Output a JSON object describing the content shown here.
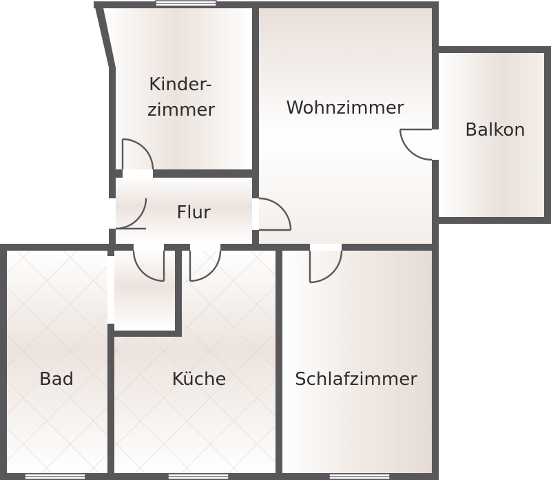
{
  "rooms": {
    "kinderzimmer": {
      "line1": "Kinder-",
      "line2": "zimmer"
    },
    "wohnzimmer": "Wohnzimmer",
    "balkon": "Balkon",
    "flur": "Flur",
    "bad": "Bad",
    "kueche": "Küche",
    "schlafzimmer": "Schlafzimmer"
  },
  "colors": {
    "wall": "#58585a",
    "floor_light": "#ffffff",
    "floor_warm": "#e9e0da",
    "tile_line": "#d8ccc6"
  }
}
